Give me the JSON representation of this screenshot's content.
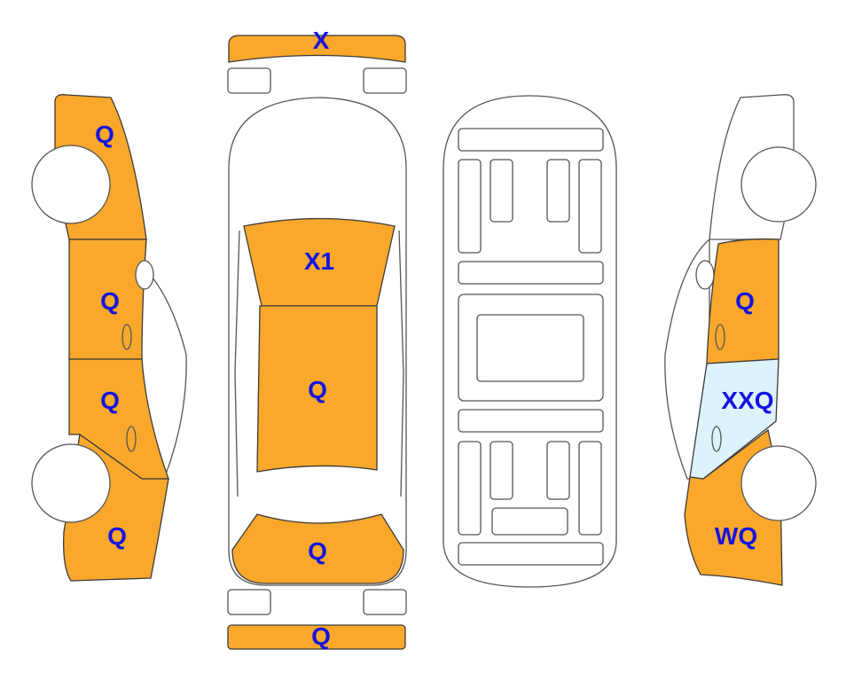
{
  "colors": {
    "damaged": "#F9A82B",
    "marked": "#DDF3FB",
    "label": "#1414E0"
  },
  "labels": {
    "front_bumper": "X",
    "hood": "X1",
    "roof": "Q",
    "trunk": "Q",
    "rear_bumper": "Q",
    "left_front_fender": "Q",
    "left_front_door": "Q",
    "left_rear_door": "Q",
    "left_rear_quarter": "Q",
    "right_front_door": "Q",
    "right_rear_door": "XXQ",
    "right_rear_quarter": "WQ"
  }
}
